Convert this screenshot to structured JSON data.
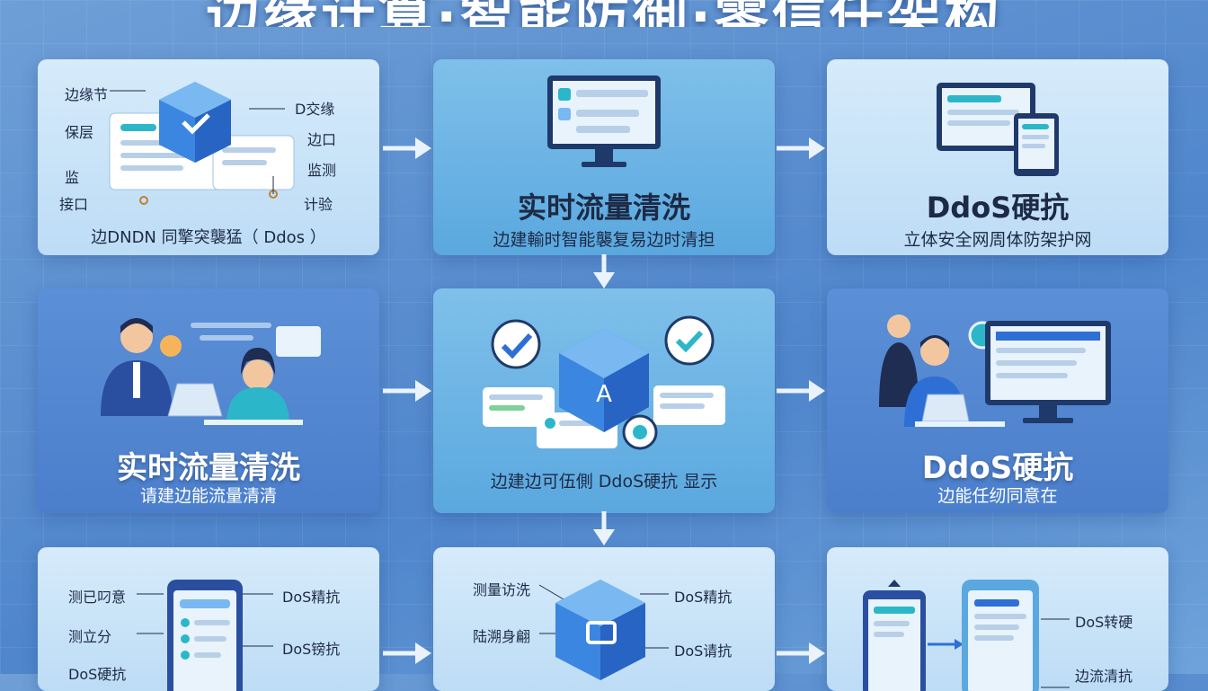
{
  "title": "边缘计算·智能防御·零信任架构",
  "row1": {
    "c1": {
      "labels": [
        "边缘节",
        "保层",
        "监",
        "接口",
        "D交缘",
        "边口",
        "监测",
        "计验"
      ],
      "sub": "边DNDN 同擎突襲猛（ Ddos ）"
    },
    "c2": {
      "title": "实时流量清洗",
      "sub": "边建輸时智能襲复易边时清担"
    },
    "c3": {
      "title": "DdoS硬抗",
      "sub": "立体安全网周体防架护网"
    }
  },
  "row2": {
    "c1": {
      "title": "实时流量清洗",
      "sub": "请建边能流量清清"
    },
    "c2": {
      "hex_letter": "A",
      "sub": "边建边可伍側 DdoS硬抗 显示"
    },
    "c3": {
      "title": "DdoS硬抗",
      "sub": "边能任纫同意在"
    }
  },
  "row3": {
    "c1": {
      "labels": [
        "测已叼意",
        "测立分",
        "DoS硬抗",
        "DoS精抗",
        "DoS镑抗"
      ]
    },
    "c2": {
      "labels": [
        "测量访洗",
        "陆溯身翩",
        "DoS精抗",
        "DoS请抗"
      ]
    },
    "c3": {
      "labels": [
        "DoS转硬",
        "边流清抗"
      ]
    }
  },
  "colors": {
    "accent": "#2e6fd6",
    "teal": "#2bb7c9",
    "ink": "#1d2a45"
  }
}
